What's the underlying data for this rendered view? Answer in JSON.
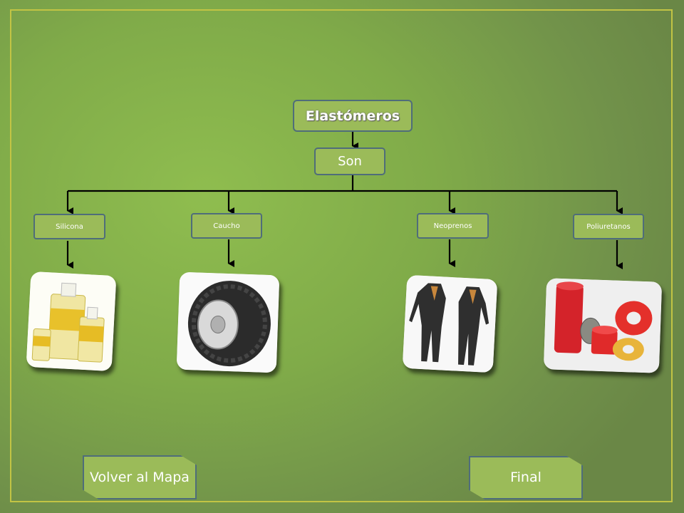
{
  "diagram": {
    "root": "Elastómeros",
    "connector": "Son",
    "categories": [
      {
        "label": "Silicona",
        "image": "glue-bottles"
      },
      {
        "label": "Caucho",
        "image": "tire"
      },
      {
        "label": "Neoprenos",
        "image": "wetsuits"
      },
      {
        "label": "Poliuretanos",
        "image": "polyurethane-parts"
      }
    ]
  },
  "buttons": {
    "back_label": "Volver al Mapa",
    "final_label": "Final"
  },
  "colors": {
    "box_fill": "#9bbb59",
    "box_border": "#4f6d7a",
    "frame": "#c2c444",
    "background": "#80ab49"
  }
}
